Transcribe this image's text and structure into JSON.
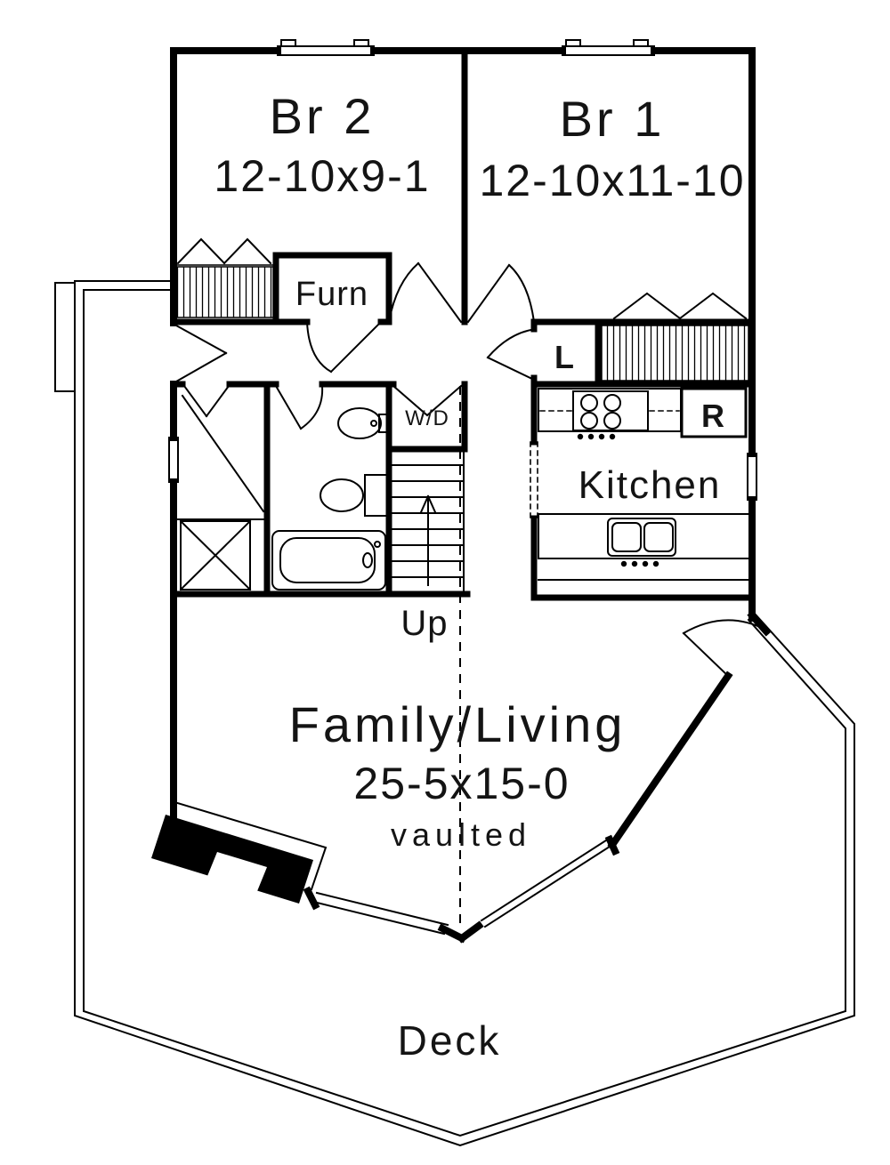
{
  "plan": {
    "bedroom2": {
      "label": "Br 2",
      "dims": "12-10x9-1"
    },
    "bedroom1": {
      "label": "Br 1",
      "dims": "12-10x11-10"
    },
    "furnace": {
      "label": "Furn"
    },
    "linen": {
      "label": "L"
    },
    "washer_dryer": {
      "label": "W/D"
    },
    "refrigerator": {
      "label": "R"
    },
    "kitchen": {
      "label": "Kitchen"
    },
    "stairs": {
      "label": "Up"
    },
    "family_living": {
      "label": "Family/Living",
      "dims": "25-5x15-0",
      "note": "vaulted"
    },
    "deck": {
      "label": "Deck"
    }
  },
  "colors": {
    "wall": "#000000",
    "background": "#ffffff"
  }
}
